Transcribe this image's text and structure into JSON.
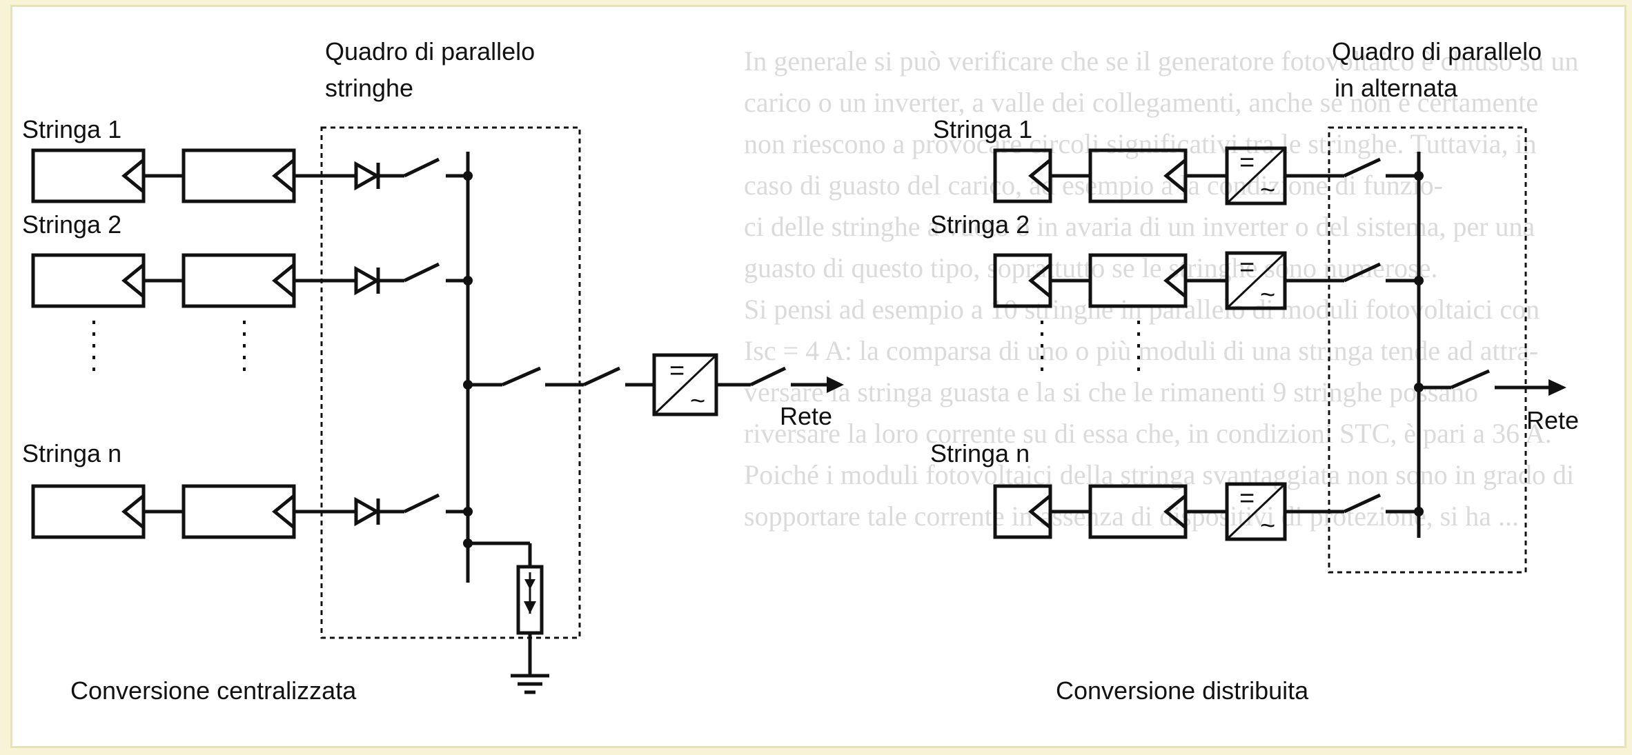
{
  "left": {
    "board_label_line1": "Quadro di parallelo",
    "board_label_line2": "stringhe",
    "strings": [
      "Stringa 1",
      "Stringa 2",
      "Stringa n"
    ],
    "grid_label": "Rete",
    "caption": "Conversione centralizzata"
  },
  "right": {
    "board_label_line1": "Quadro di parallelo",
    "board_label_line2": "in alternata",
    "strings": [
      "Stringa 1",
      "Stringa 2",
      "Stringa n"
    ],
    "grid_label": "Rete",
    "caption": "Conversione distribuita"
  },
  "inverter_symbols": {
    "dc": "=",
    "ac": "~"
  },
  "background_text": [
    "In generale si può verificare che se il generatore fotovoltaico è chiuso su un",
    "carico o un inverter, a valle dei collegamenti, anche se non è certamente",
    "non riescono a provocare circoli significativi tra le stringhe. Tuttavia, in",
    "caso di guasto del carico, ad esempio a la condizione di funzio-",
    "ci delle stringhe a vuoto o in avaria di un inverter o del sistema, per una",
    "guasto di questo tipo, soprattutto se le stringhe sono numerose.",
    "Si pensi ad esempio a 10 stringhe in parallelo di moduli fotovoltaici con",
    "Isc = 4 A: la comparsa di uno o più moduli di una stringa tende ad attra-",
    "versare la stringa guasta e la si che le rimanenti 9 stringhe possano",
    "riversare la loro corrente su di essa che, in condizioni STC, è pari a 36 A.",
    "Poiché i moduli fotovoltaici della stringa svantaggiata non sono in grado di",
    "sopportare tale corrente in assenza di dispositivi di protezione, si ha ..."
  ]
}
